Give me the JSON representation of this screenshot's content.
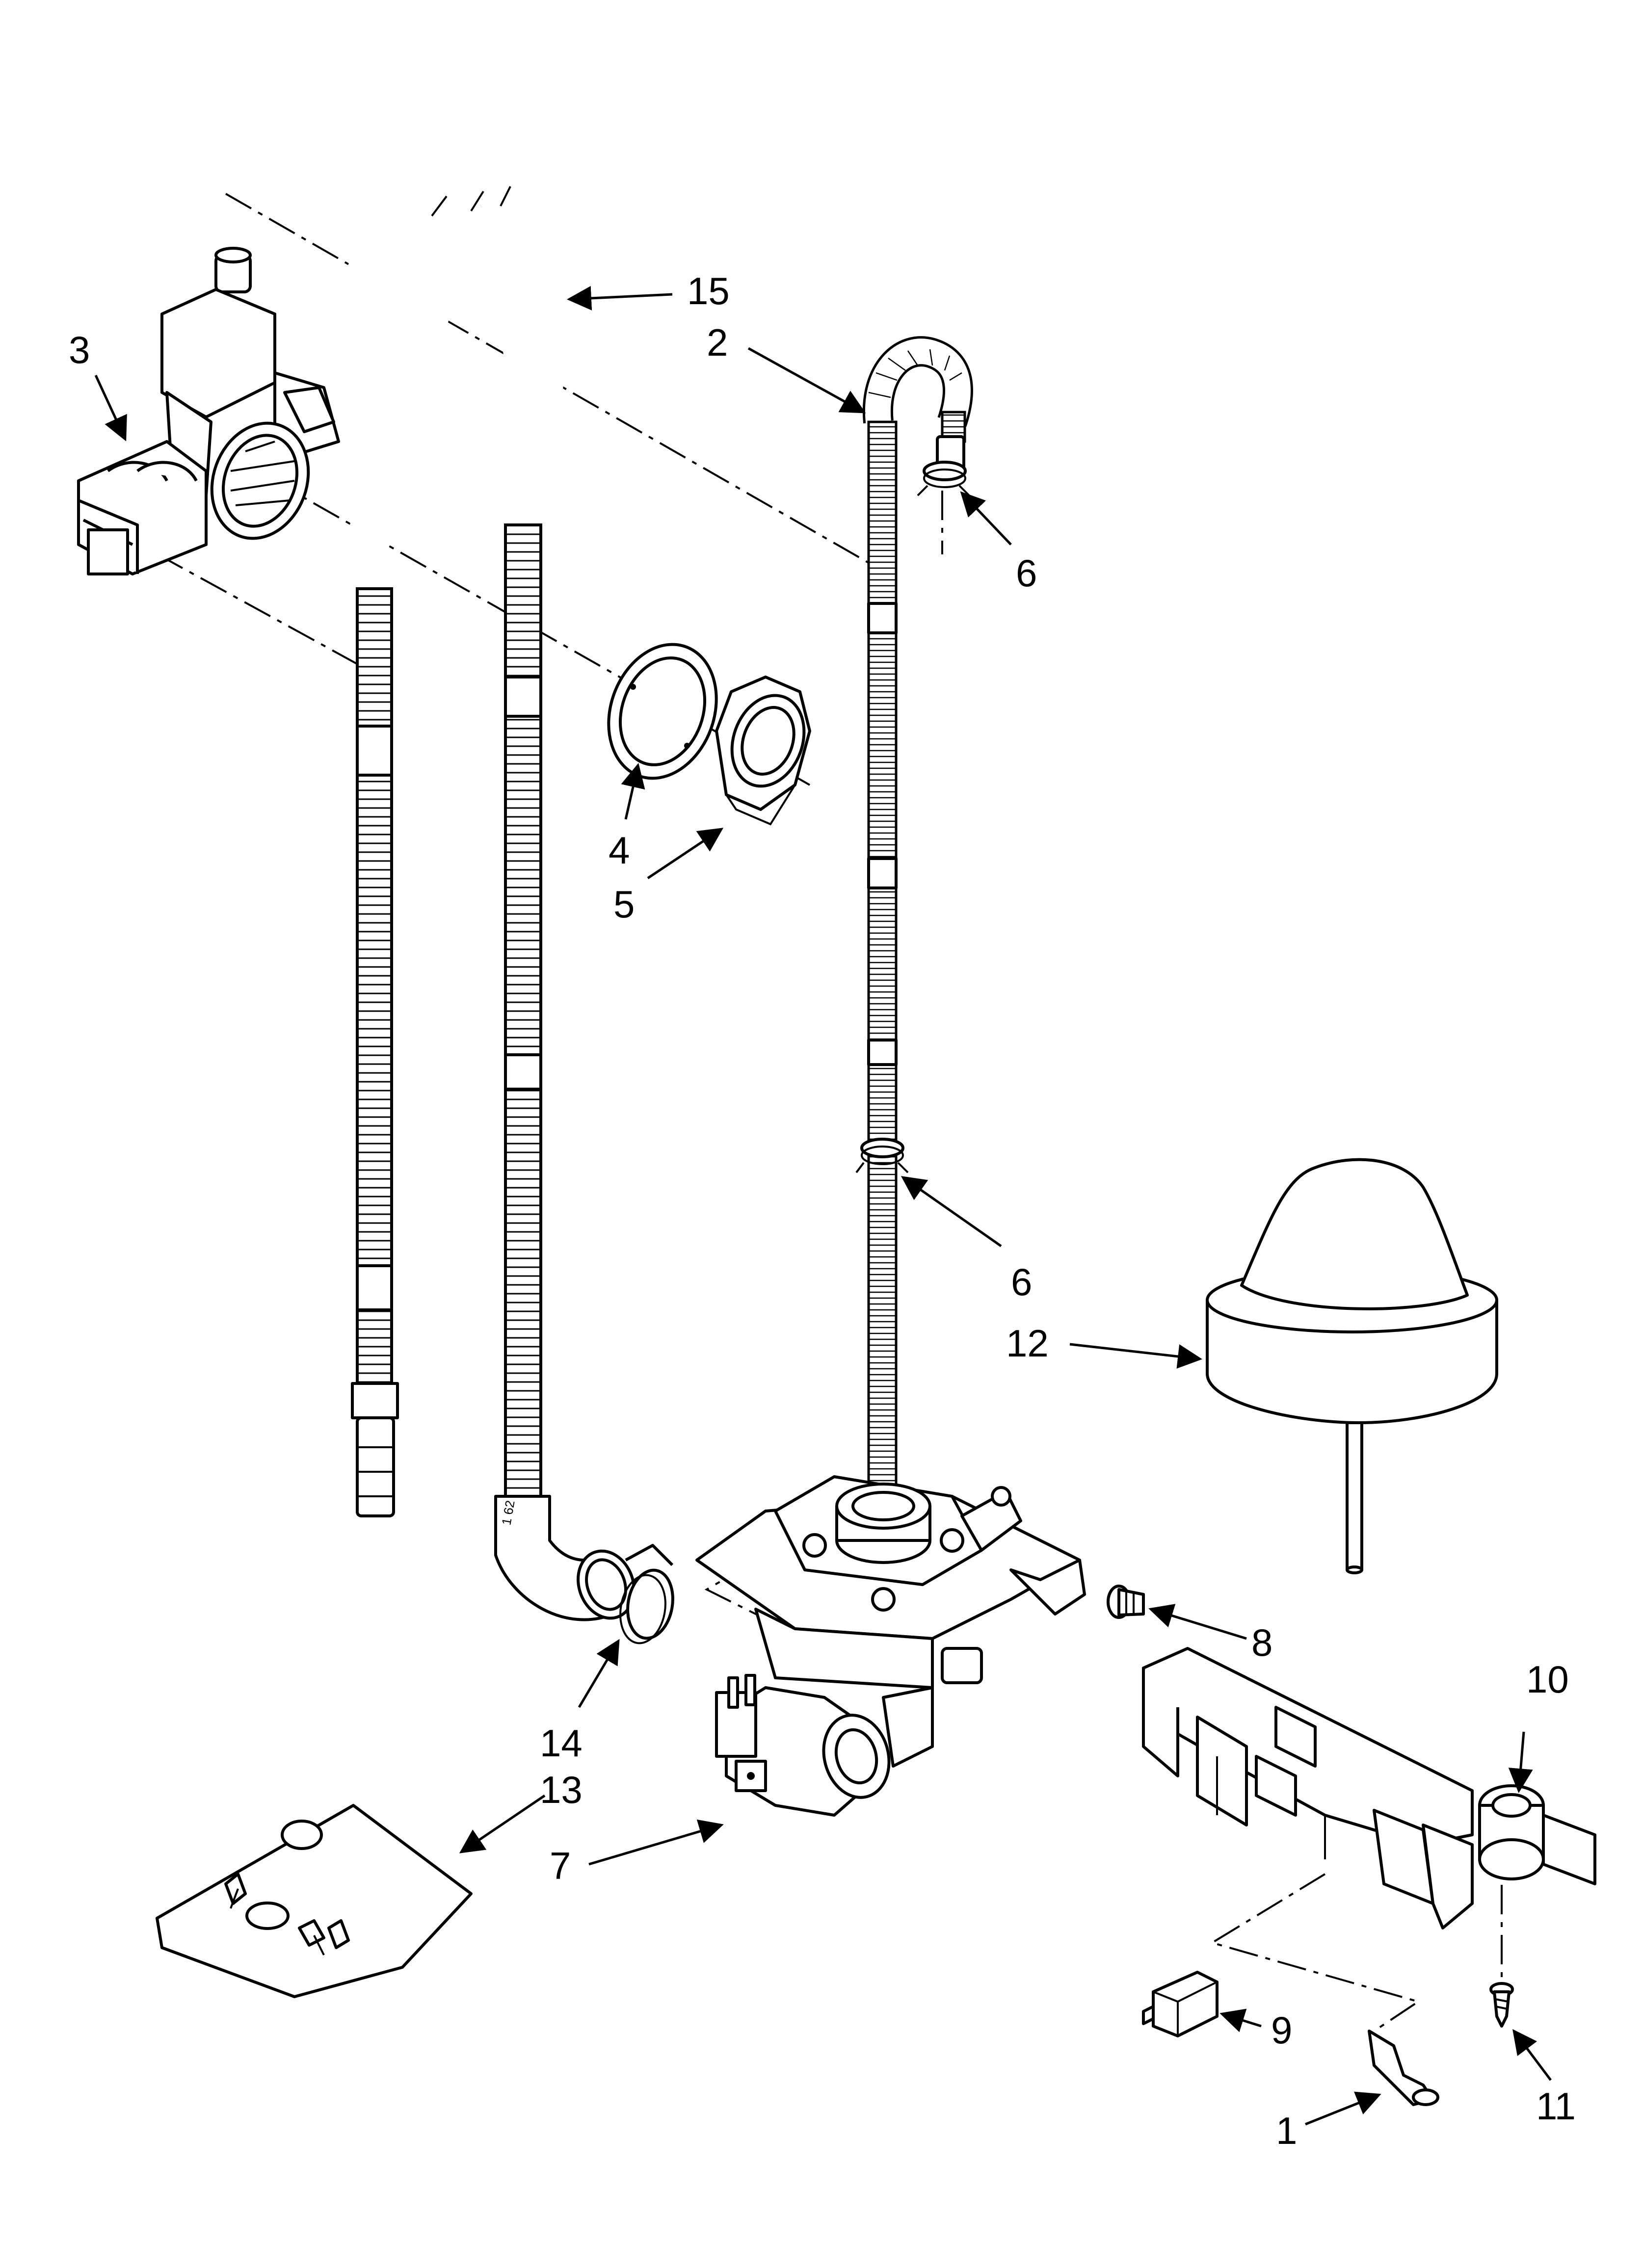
{
  "callouts": {
    "c1": "1",
    "c2": "2",
    "c3": "3",
    "c4": "4",
    "c5": "5",
    "c6a": "6",
    "c6b": "6",
    "c7": "7",
    "c8": "8",
    "c9": "9",
    "c10": "10",
    "c11": "11",
    "c12": "12",
    "c13": "13",
    "c14": "14",
    "c15": "15"
  },
  "hose_markings": {
    "elbow_text": "1 62"
  }
}
